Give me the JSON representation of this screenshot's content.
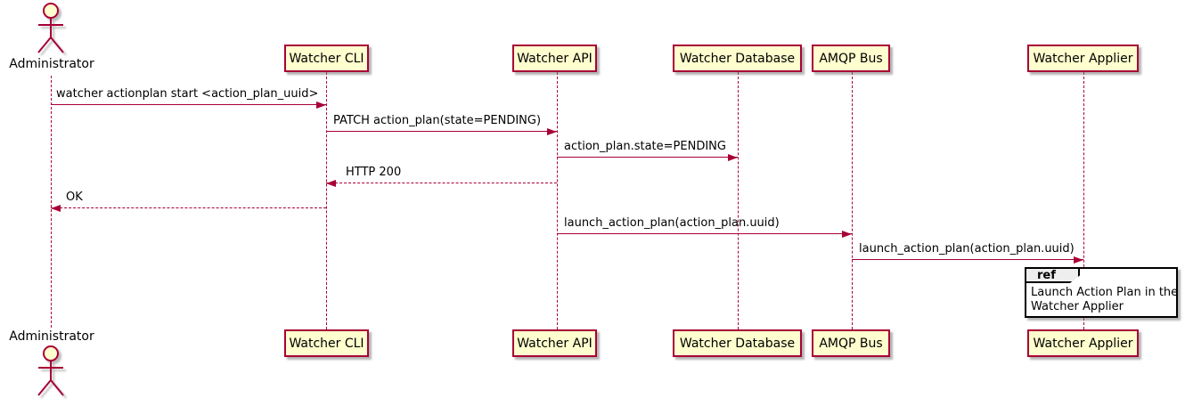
{
  "diagram": {
    "type": "sequence-diagram",
    "actor": {
      "label": "Administrator"
    },
    "participants": [
      {
        "label": "Watcher CLI"
      },
      {
        "label": "Watcher API"
      },
      {
        "label": "Watcher Database"
      },
      {
        "label": "AMQP Bus"
      },
      {
        "label": "Watcher Applier"
      }
    ],
    "messages": [
      {
        "from": "Administrator",
        "to": "Watcher CLI",
        "label": "watcher actionplan start <action_plan_uuid>",
        "line": "solid",
        "direction": "right"
      },
      {
        "from": "Watcher CLI",
        "to": "Watcher API",
        "label": "PATCH action_plan(state=PENDING)",
        "line": "solid",
        "direction": "right"
      },
      {
        "from": "Watcher API",
        "to": "Watcher Database",
        "label": "action_plan.state=PENDING",
        "line": "solid",
        "direction": "right"
      },
      {
        "from": "Watcher API",
        "to": "Watcher CLI",
        "label": "HTTP 200",
        "line": "dashed",
        "direction": "left"
      },
      {
        "from": "Watcher CLI",
        "to": "Administrator",
        "label": "OK",
        "line": "dashed",
        "direction": "left"
      },
      {
        "from": "Watcher API",
        "to": "AMQP Bus",
        "label": "launch_action_plan(action_plan.uuid)",
        "line": "solid",
        "direction": "right"
      },
      {
        "from": "AMQP Bus",
        "to": "Watcher Applier",
        "label": "launch_action_plan(action_plan.uuid)",
        "line": "solid",
        "direction": "right"
      }
    ],
    "ref_fragment": {
      "keyword": "ref",
      "lines": [
        "Launch Action Plan in the",
        "Watcher Applier"
      ]
    },
    "colors": {
      "participant_fill": "#FEFECE",
      "diagram_accent": "#A80036",
      "text": "#000000",
      "ref_border": "#000000",
      "ref_header_fill": "#EEEEEE",
      "background": "#FFFFFF"
    }
  }
}
